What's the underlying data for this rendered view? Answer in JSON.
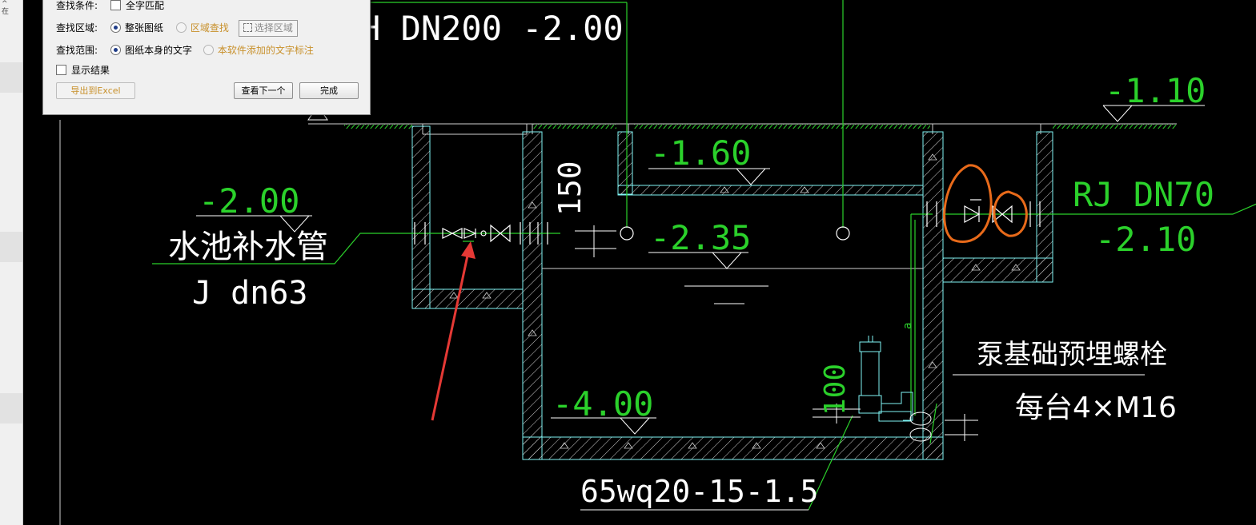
{
  "find_dialog": {
    "condition_label": "查找条件:",
    "whole_word_label": "全字匹配",
    "area_label": "查找区域:",
    "area_option_full": "整张图纸",
    "area_option_region": "区域查找",
    "select_region_button": "选择区域",
    "scope_label": "查找范围:",
    "scope_option_drawing": "图纸本身的文字",
    "scope_option_added": "本软件添加的文字标注",
    "show_results_label": "显示结果",
    "export_button": "导出到Excel",
    "find_next_button": "查看下一个",
    "done_button": "完成"
  },
  "drawing": {
    "pipe_top_label": "H DN200 -2.00",
    "level_top_right": "-1.10",
    "level_inner_shelf": "-1.60",
    "level_left_pipe": "-2.00",
    "supply_pipe_name": "水池补水管",
    "supply_pipe_spec": "J dn63",
    "dim_150": "150",
    "level_water": "-2.35",
    "rj_pipe": "RJ DN70",
    "level_rj": "-2.10",
    "level_bottom": "-4.00",
    "dim_100": "100",
    "bolt_note": "泵基础预埋螺栓",
    "bolt_spec": "每台4×M16",
    "pump_model": "65wq20-15-1.5",
    "dim_a": "a",
    "colors": {
      "background": "#000000",
      "wall": "#7ff5f5",
      "text": "#ffffff",
      "level": "#2bd12b",
      "annotation_arrow": "#e53935",
      "annotation_circle": "#e86a1a"
    }
  }
}
